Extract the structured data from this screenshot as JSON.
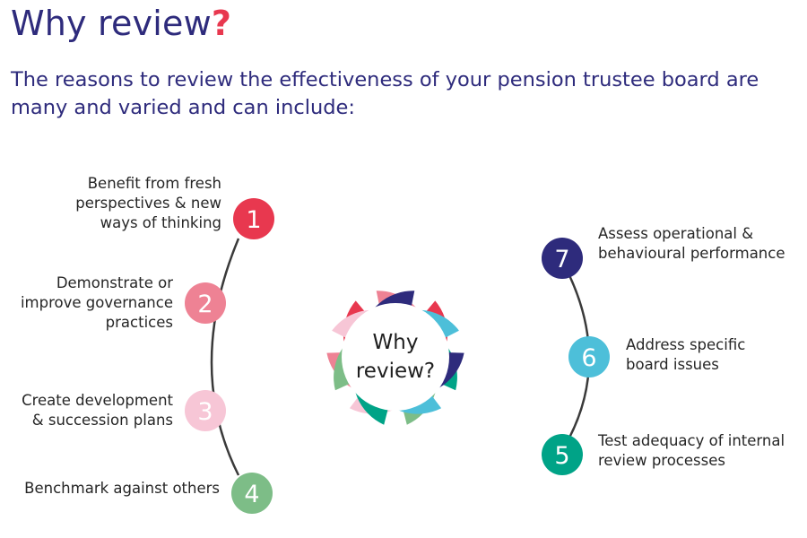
{
  "header": {
    "title": "Why review",
    "title_mark": "?",
    "subtitle": "The reasons to review the effectiveness of your pension trustee board are many and varied and can include:"
  },
  "center": {
    "line1": "Why",
    "line2": "review?"
  },
  "reasons": [
    {
      "number": "1",
      "text": "Benefit from fresh\nperspectives & new\nways of thinking",
      "color": "#e8384f",
      "icon": "lightbulb-icon"
    },
    {
      "number": "2",
      "text": "Demonstrate or\nimprove governance\npractices",
      "color": "#ee8294",
      "icon": "computer-monitor-icon"
    },
    {
      "number": "3",
      "text": "Create development\n& succession plans",
      "color": "#f7c6d6",
      "icon": "presenter-icon"
    },
    {
      "number": "4",
      "text": "Benchmark against others",
      "color": "#7dbd87",
      "icon": "award-badge-icon"
    },
    {
      "number": "5",
      "text": "Test adequacy of internal\nreview processes",
      "color": "#00a387",
      "icon": "magnifier-icon"
    },
    {
      "number": "6",
      "text": "Address specific\nboard issues",
      "color": "#4dbfd9",
      "icon": "group-icon"
    },
    {
      "number": "7",
      "text": "Assess operational &\nbehavioural performance",
      "color": "#2e2b7c",
      "icon": "bar-chart-icon"
    }
  ]
}
